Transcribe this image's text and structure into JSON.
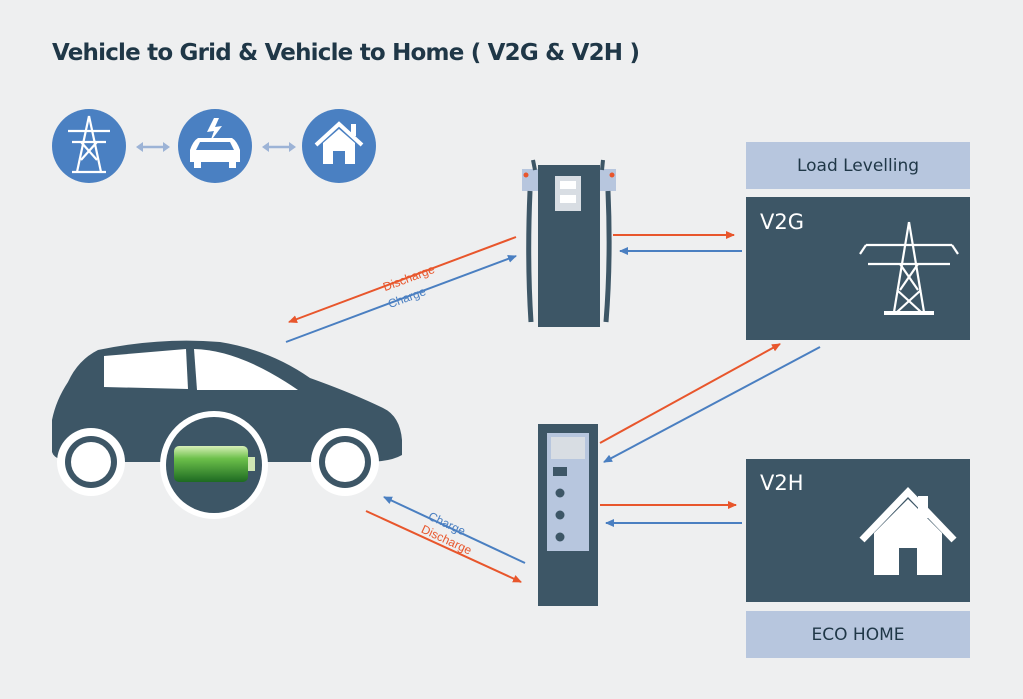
{
  "title": "Vehicle to Grid & Vehicle to Home ( V2G & V2H )",
  "labels": {
    "load_levelling": "Load Levelling",
    "v2g": "V2G",
    "v2h": "V2H",
    "eco_home": "ECO HOME",
    "discharge": "Discharge",
    "charge": "Charge"
  },
  "icons": [
    "power-tower-icon",
    "car-icon",
    "house-icon",
    "ev-charger-icon",
    "home-charger-icon",
    "battery-icon"
  ],
  "colors": {
    "dark": "#3d5666",
    "band": "#b7c6de",
    "discharge": "#e8562c",
    "charge": "#4a7fc1",
    "circle": "#4a80c2"
  }
}
